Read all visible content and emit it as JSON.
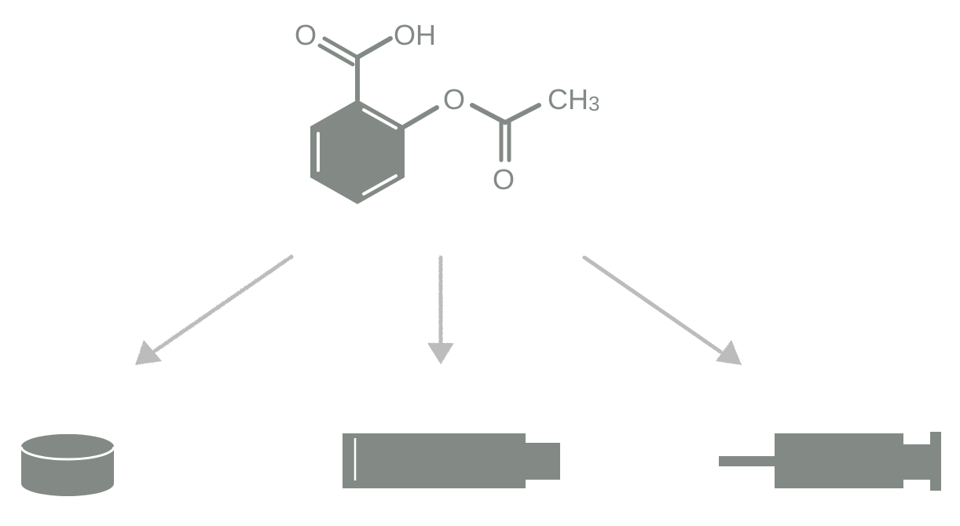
{
  "molecule": {
    "atoms": {
      "carbonyl_oxygen": "O",
      "hydroxyl": "OH",
      "ester_oxygen": "O",
      "methyl_main": "CH",
      "methyl_subscript": "3",
      "acetyl_oxygen": "O"
    }
  },
  "colors": {
    "structure": "#838a86",
    "arrow": "#bcbcbc",
    "background": "#ffffff"
  },
  "icons": [
    "tablet-icon",
    "suppository-icon",
    "syringe-icon"
  ]
}
